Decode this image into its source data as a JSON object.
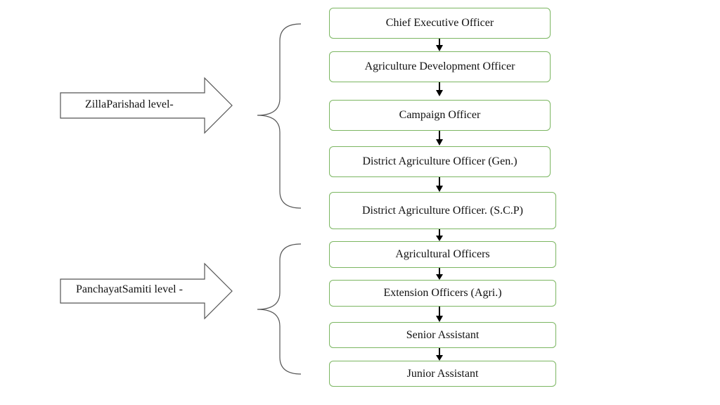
{
  "levels": {
    "zilla": "ZillaParishad level-",
    "panchayat": "PanchayatSamiti level -"
  },
  "positions": [
    "Chief Executive Officer",
    "Agriculture Development Officer",
    "Campaign Officer",
    "District Agriculture Officer (Gen.)",
    "District Agriculture Officer. (S.C.P)",
    "Agricultural Officers",
    "Extension Officers (Agri.)",
    "Senior Assistant",
    "Junior Assistant"
  ],
  "colors": {
    "box_border": "#7bb661",
    "lines": "#555555",
    "connector": "#000000"
  }
}
